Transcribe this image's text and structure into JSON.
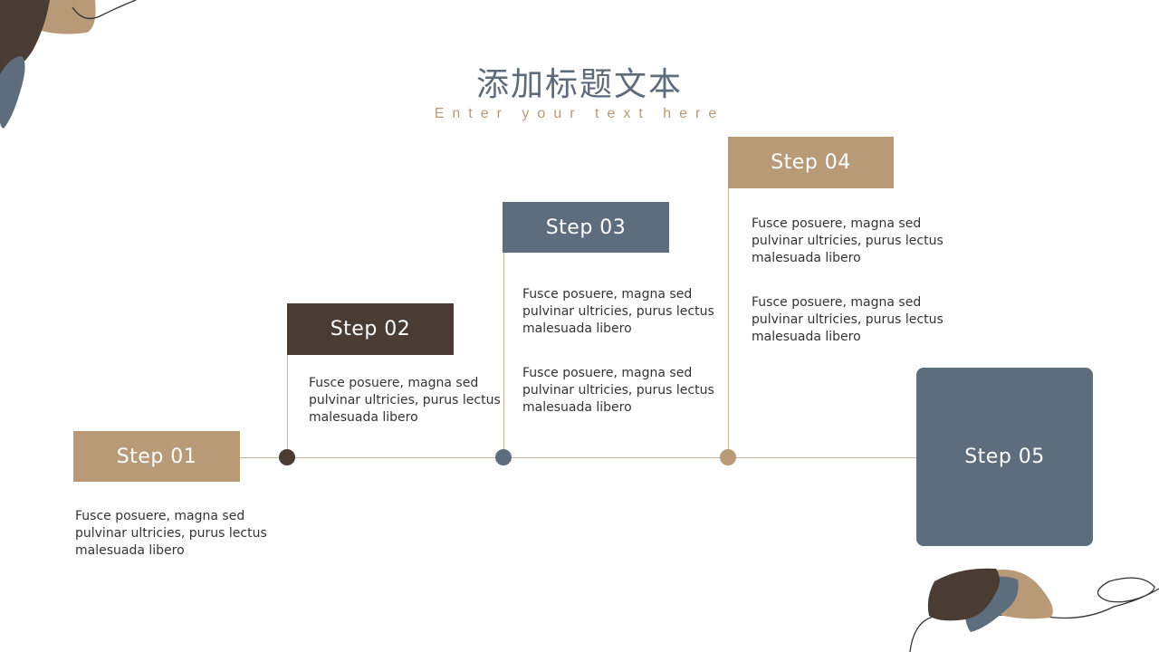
{
  "header": {
    "title": "添加标题文本",
    "subtitle": "Enter your text here"
  },
  "colors": {
    "tan": "#b89a78",
    "dark_brown": "#4a3c33",
    "slate": "#5e6d7d",
    "line": "#c9b49a"
  },
  "steps": [
    {
      "label": "Step 01",
      "paragraphs": [
        "Fusce posuere, magna sed pulvinar ultricies, purus lectus malesuada libero"
      ]
    },
    {
      "label": "Step 02",
      "paragraphs": [
        "Fusce posuere, magna sed pulvinar ultricies, purus lectus malesuada libero"
      ]
    },
    {
      "label": "Step 03",
      "paragraphs": [
        "Fusce posuere, magna sed pulvinar ultricies, purus lectus malesuada libero",
        "Fusce posuere, magna sed pulvinar ultricies, purus lectus malesuada libero"
      ]
    },
    {
      "label": "Step 04",
      "paragraphs": [
        "Fusce posuere, magna sed pulvinar ultricies, purus lectus malesuada libero",
        "Fusce posuere, magna sed pulvinar ultricies, purus lectus malesuada libero"
      ]
    },
    {
      "label": "Step 05",
      "paragraphs": []
    }
  ]
}
